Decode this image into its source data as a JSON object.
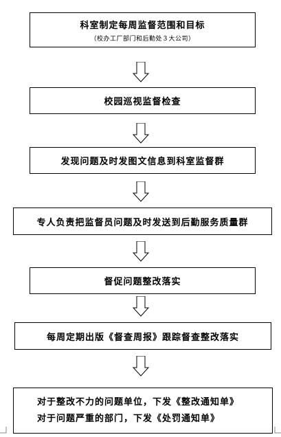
{
  "steps": [
    {
      "title": "科室制定每周监督范围和目标",
      "subtitle": "（校办工厂部门和后勤处３大公司）"
    },
    {
      "title": "校园巡视监督检查"
    },
    {
      "title": "发现问题及时发图文信息到科室监督群"
    },
    {
      "title": "专人负责把监督员问题及时发送到后勤服务质量群"
    },
    {
      "title": "督促问题整改落实"
    },
    {
      "title": "每周定期出版《督查周报》跟踪督查整改落实"
    },
    {
      "lines": [
        "对于整改不力的问题单位，下发《整改通知单》",
        "对于问题严重的部门，下发《处罚通知单》"
      ]
    }
  ]
}
